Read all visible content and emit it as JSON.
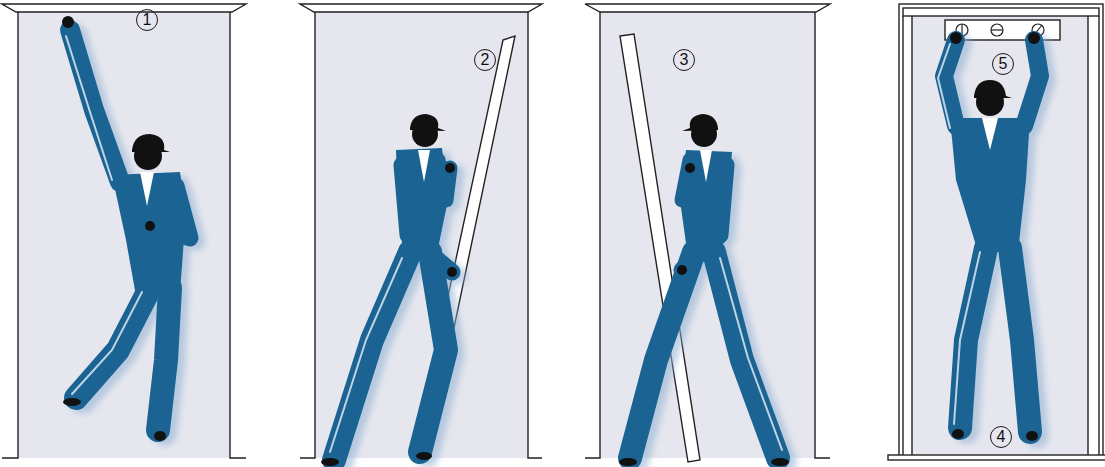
{
  "diagram": {
    "labels": [
      "1",
      "2",
      "3",
      "5",
      "4"
    ]
  }
}
